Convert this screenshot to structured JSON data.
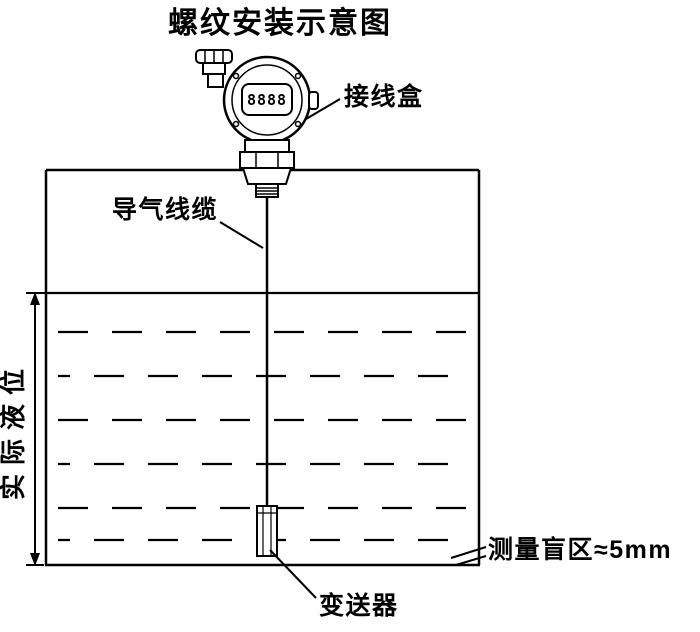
{
  "colors": {
    "background": "#ffffff",
    "line_color": "#000000",
    "text_color": "#000000"
  },
  "title": "螺纹安装示意图",
  "labels": {
    "junction_box": "接线盒",
    "air_cable": "导气线缆",
    "actual_level": "实际液位",
    "blind_zone": "测量盲区≈5mm",
    "transmitter": "变送器"
  },
  "device": {
    "display_digits": "8888"
  }
}
